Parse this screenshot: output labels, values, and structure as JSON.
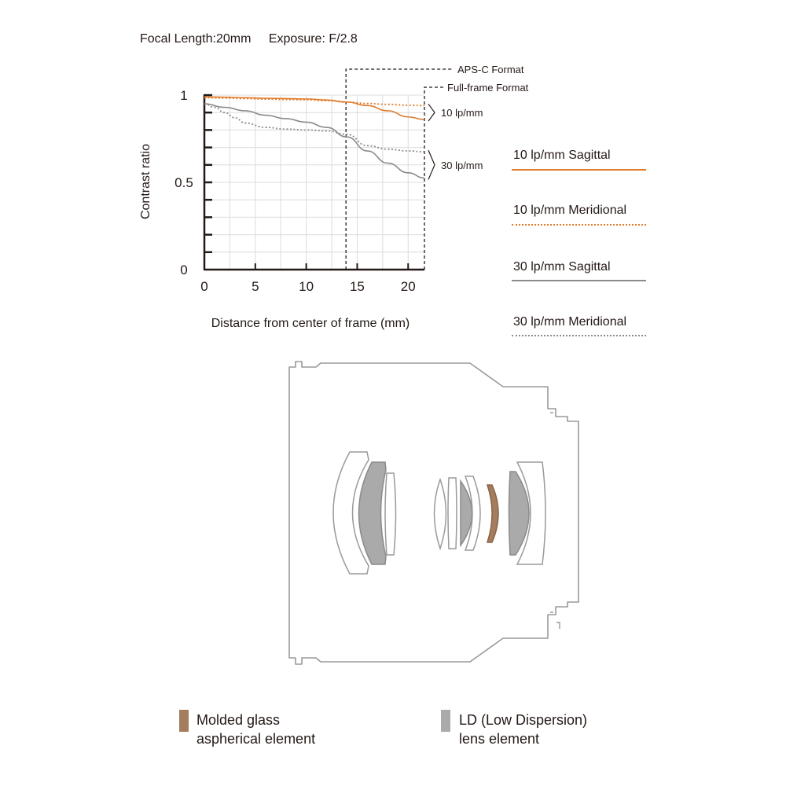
{
  "header": {
    "focal_label": "Focal Length:",
    "focal_value": "20mm",
    "exposure_label": "Exposure: F/2.8"
  },
  "chart_data": {
    "type": "line",
    "xlabel": "Distance from center of frame (mm)",
    "ylabel": "Contrast ratio",
    "xlim": [
      0,
      21.6
    ],
    "ylim": [
      0,
      1
    ],
    "x_ticks": [
      "0",
      "5",
      "10",
      "15",
      "20"
    ],
    "y_ticks": [
      "0",
      "0.5",
      "1"
    ],
    "grid": true,
    "format_markers": [
      {
        "label": "APS-C Format",
        "x": 13.9
      },
      {
        "label": "Full-frame Format",
        "x": 21.6
      }
    ],
    "series": [
      {
        "name": "10 lp/mm Sagittal",
        "color": "#e07a2a",
        "dash": "solid",
        "x": [
          0,
          2,
          4,
          6,
          8,
          10,
          12,
          14,
          16,
          18,
          20,
          21.6
        ],
        "y": [
          0.99,
          0.988,
          0.985,
          0.982,
          0.98,
          0.978,
          0.972,
          0.96,
          0.94,
          0.91,
          0.875,
          0.86
        ]
      },
      {
        "name": "10 lp/mm Meridional",
        "color": "#e07a2a",
        "dash": "dotted",
        "x": [
          0,
          2,
          4,
          6,
          8,
          10,
          12,
          14,
          16,
          18,
          20,
          21.6
        ],
        "y": [
          0.985,
          0.983,
          0.98,
          0.977,
          0.975,
          0.973,
          0.968,
          0.96,
          0.952,
          0.947,
          0.942,
          0.94
        ]
      },
      {
        "name": "30 lp/mm Sagittal",
        "color": "#8a8a8a",
        "dash": "solid",
        "x": [
          0,
          2,
          4,
          6,
          8,
          10,
          12,
          14,
          16,
          18,
          20,
          21.6
        ],
        "y": [
          0.95,
          0.93,
          0.91,
          0.885,
          0.865,
          0.845,
          0.815,
          0.76,
          0.68,
          0.61,
          0.555,
          0.525
        ]
      },
      {
        "name": "30 lp/mm Meridional",
        "color": "#8a8a8a",
        "dash": "dotted",
        "x": [
          0,
          1,
          2,
          3,
          4,
          6,
          8,
          10,
          12,
          14,
          16,
          18,
          20,
          21.6
        ],
        "y": [
          0.95,
          0.93,
          0.9,
          0.87,
          0.84,
          0.815,
          0.805,
          0.8,
          0.795,
          0.775,
          0.71,
          0.69,
          0.68,
          0.675
        ]
      }
    ],
    "group_labels": [
      "10 lp/mm",
      "30 lp/mm"
    ]
  },
  "diagram": {
    "legend": [
      {
        "line1": "Molded glass",
        "line2": "aspherical element",
        "color": "#a57c5d"
      },
      {
        "line1": "LD (Low Dispersion)",
        "line2": "lens element",
        "color": "#aaaaaa"
      }
    ]
  }
}
